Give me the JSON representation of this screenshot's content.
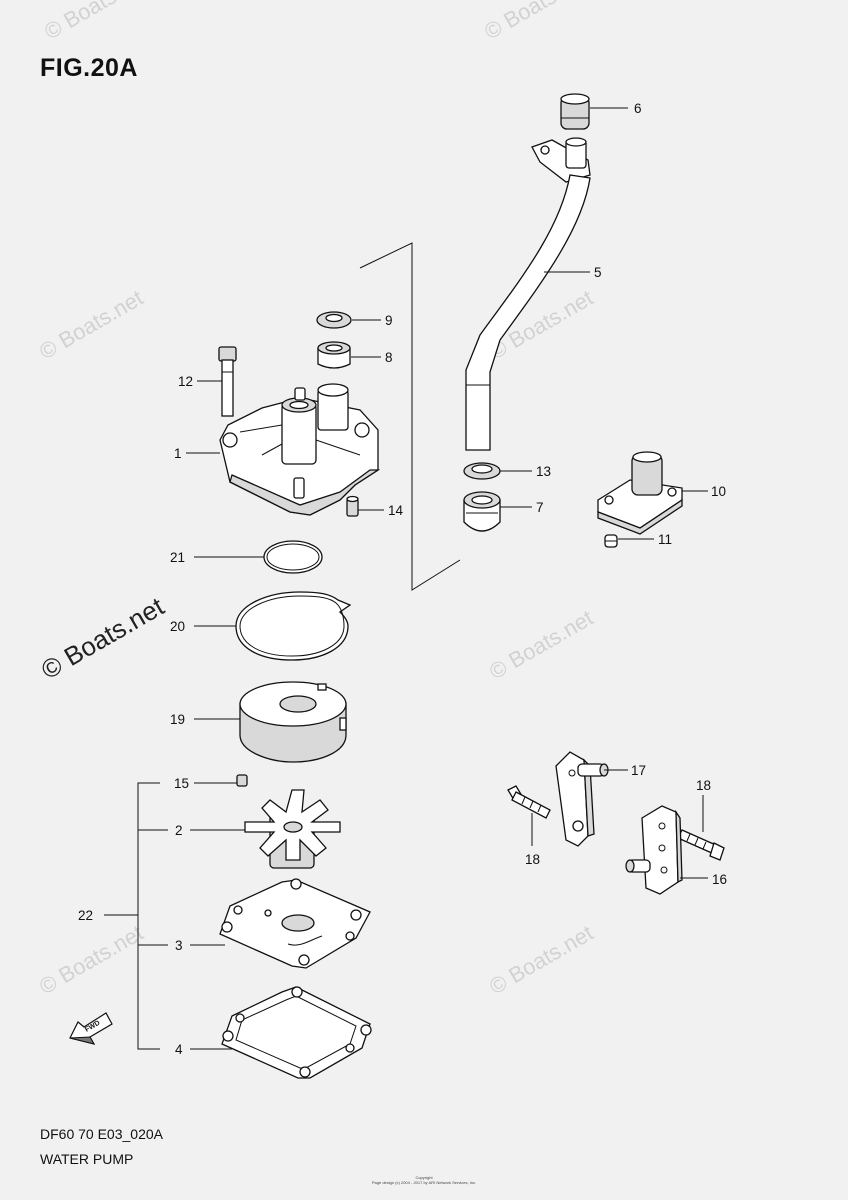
{
  "figure": {
    "title": "FIG.20A",
    "code": "DF60 70 E03_020A",
    "name": "WATER PUMP",
    "copyright_line1": "Copyright",
    "copyright_line2": "Page design (c) 2004 - 2017 by ARI Network Services, Inc."
  },
  "watermark": {
    "text": "© Boats.net",
    "prominent_text": "© Boats.net"
  },
  "direction_marker": "FWD",
  "callouts": [
    {
      "label": "6"
    },
    {
      "label": "5"
    },
    {
      "label": "9"
    },
    {
      "label": "8"
    },
    {
      "label": "12"
    },
    {
      "label": "1"
    },
    {
      "label": "14"
    },
    {
      "label": "13"
    },
    {
      "label": "7"
    },
    {
      "label": "10"
    },
    {
      "label": "11"
    },
    {
      "label": "21"
    },
    {
      "label": "20"
    },
    {
      "label": "19"
    },
    {
      "label": "15"
    },
    {
      "label": "2"
    },
    {
      "label": "22"
    },
    {
      "label": "3"
    },
    {
      "label": "4"
    },
    {
      "label": "17"
    },
    {
      "label": "18"
    },
    {
      "label": "18"
    },
    {
      "label": "16"
    }
  ]
}
